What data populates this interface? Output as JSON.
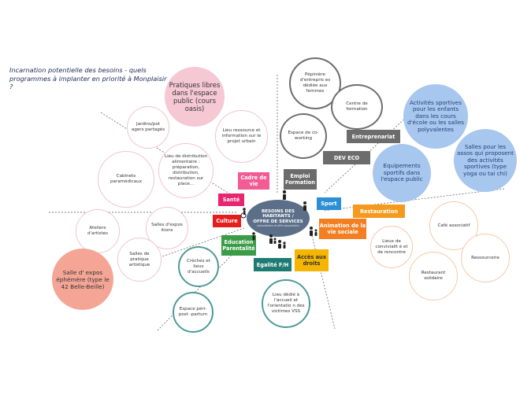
{
  "title": "Incarnation potentielle des besoins - quels programmes à implanter en priorité à Monplaisir ?",
  "center": {
    "line1": "BESOINS DES",
    "line2": "HABITANTS /",
    "line3": "OFFRE DE SERVICES",
    "subtitle": "(associations et offre associative)"
  },
  "categories": {
    "cadre_de_vie": "Cadre de vie",
    "emploi_formation": "Emploi Formation",
    "sante": "Santé",
    "culture": "Culture",
    "sport": "Sport",
    "restauration": "Restauration",
    "animation": "Animation de la vie sociale",
    "education": "Education Parentalité",
    "egalite": "Egalité F/H",
    "acces_droits": "Accès aux droits",
    "entreprenariat": "Entreprenariat",
    "dev_eco": "DEV ECO"
  },
  "bubbles": {
    "pratiques": "Pratiques libres dans l'espace public (cours oasis)",
    "jardins": "Jardins/pot agers partagés",
    "lieu_ressource": "Lieu ressource et information sur le projet urbain",
    "lieu_distribution": "Lieu de distribution alimentaire : préparation, distribution, restauration sur place...",
    "cabinets": "Cabinets paramédicaux",
    "ateliers": "Ateliers d'artistes",
    "salles_expo": "Salles d'expos itions",
    "salles_pratique": "Salles de pratique artistique",
    "salle_ephemere": "Salle d' expos éphémère (type le 42 Belle-Beille)",
    "pepiniere": "Pépinière d'entrepris es dédiée aux femmes",
    "centre_formation": "Centre de formation",
    "coworking": "Espace de co-working",
    "activites_sportives": "Activités sportives pour les enfants dans les cours d'école ou les salles polyvalentes",
    "salles_sport": "Salles pour les assos qui proposent des activités sportives (type yoga ou tai chi)",
    "equipements": "Equipements sportifs dans l'espace public",
    "creches": "Crèches et lieux d'accueils",
    "espace_peri": "Espace péri-post -partum",
    "lieu_vss": "Lieu dédié à l'accueil et l'orientatio n des victimes VSS",
    "cafe": "Café associatif",
    "lieux_convivialite": "Lieux de convivialit é et de rencontre",
    "ressourcerie": "Ressourcerie",
    "restaurant": "Restaurant solidaire"
  },
  "colors": {
    "cadre_de_vie": "#f25b93",
    "emploi_formation": "#6b6b6b",
    "sante": "#e8256f",
    "culture": "#e41e1e",
    "sport": "#2b8fd4",
    "restauration": "#f59a1e",
    "animation": "#f47f22",
    "education": "#3a9c46",
    "egalite": "#1e7b72",
    "acces_droits": "#f5b500",
    "entreprenariat": "#6c6c6c",
    "dev_eco": "#6c6c6c",
    "center": "#5b6f88"
  },
  "icons": [
    "person-icon",
    "family-icon",
    "wheelchair-icon",
    "parent-child-icon"
  ]
}
